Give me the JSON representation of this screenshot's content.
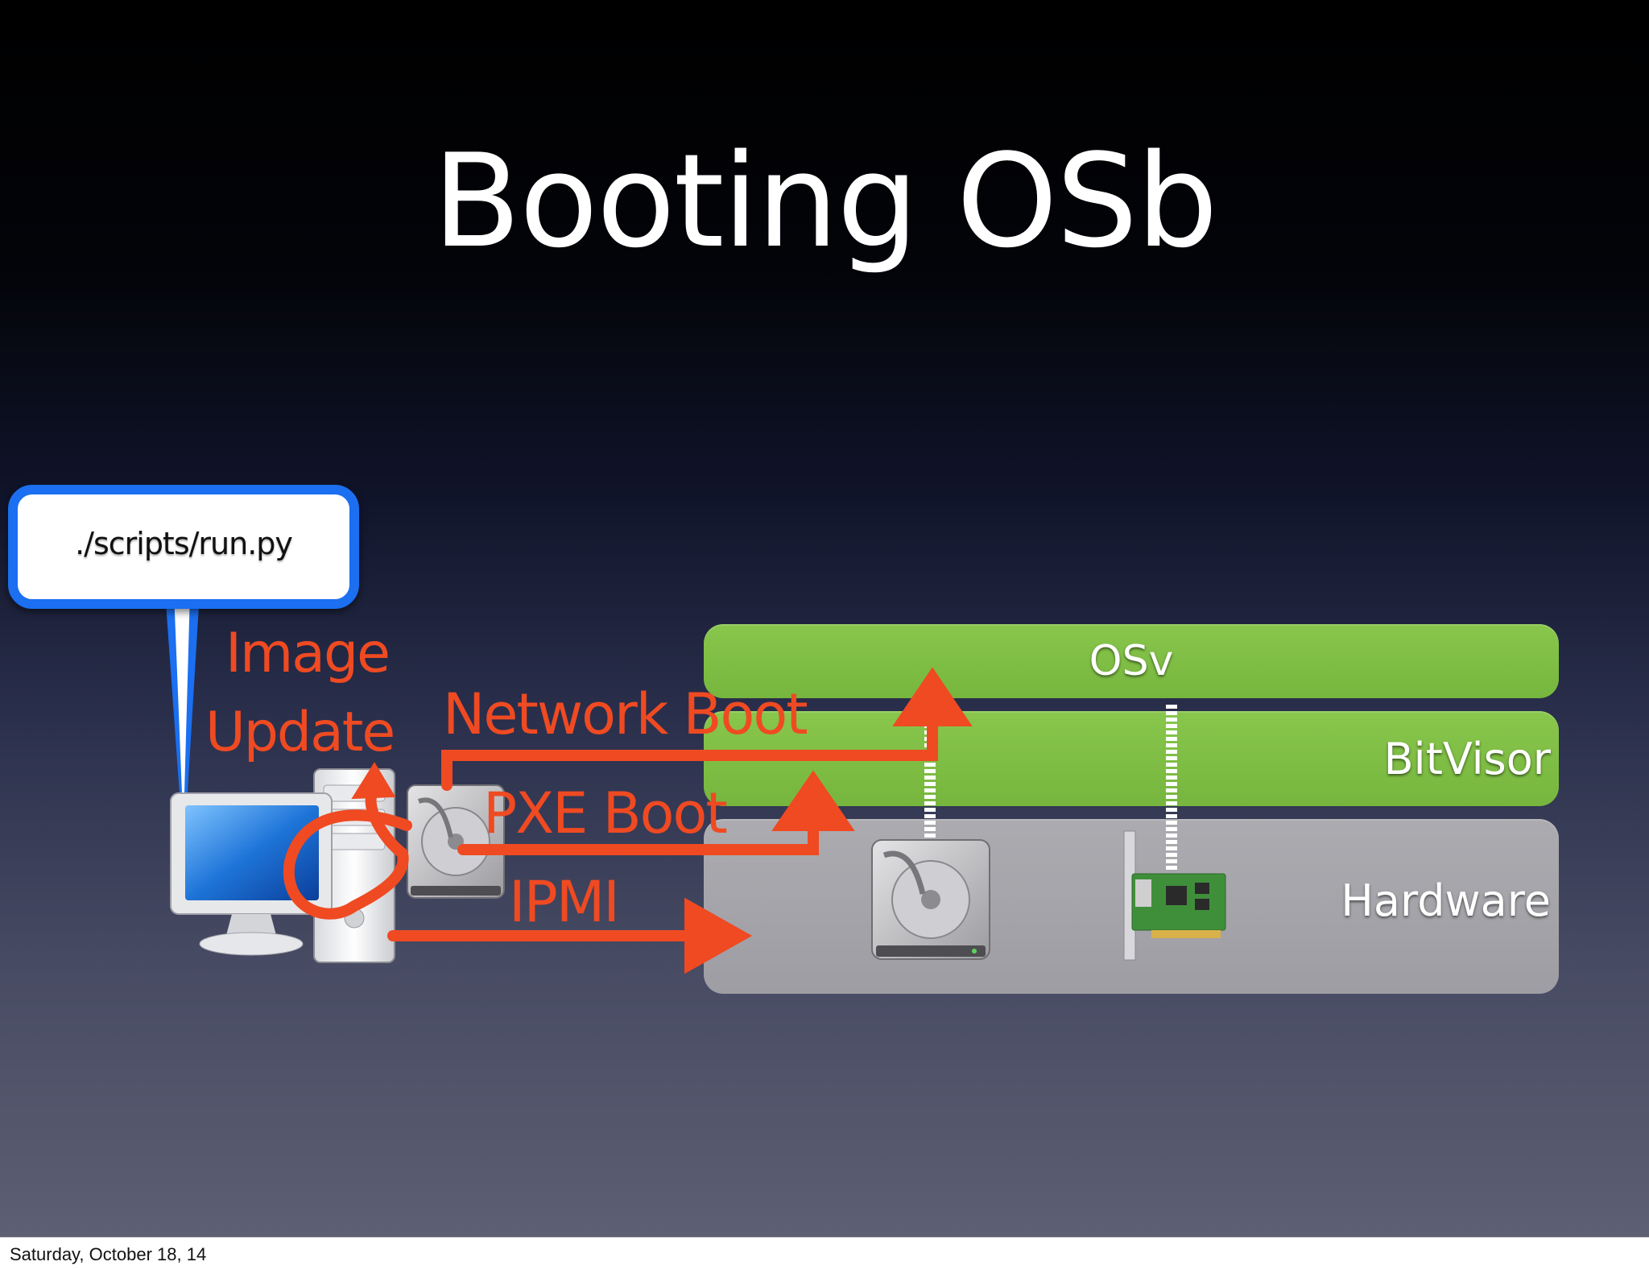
{
  "slide": {
    "title": "Booting OSb",
    "command": "./scripts/run.py",
    "labels": {
      "image": "Image",
      "update": "Update",
      "network_boot": "Network Boot",
      "pxe_boot": "PXE Boot",
      "ipmi": "IPMI"
    },
    "layers": {
      "osv": "OSv",
      "bitvisor": "BitVisor",
      "hardware": "Hardware"
    },
    "colors": {
      "accent_red": "#ef4a22",
      "layer_green": "#7ab83f",
      "layer_gray": "#a6a5aa",
      "bubble_blue": "#1b6ff0"
    },
    "icons": [
      "computer-icon",
      "hard-drive-icon",
      "network-card-icon"
    ]
  },
  "footer": {
    "date": "Saturday, October 18, 14"
  }
}
